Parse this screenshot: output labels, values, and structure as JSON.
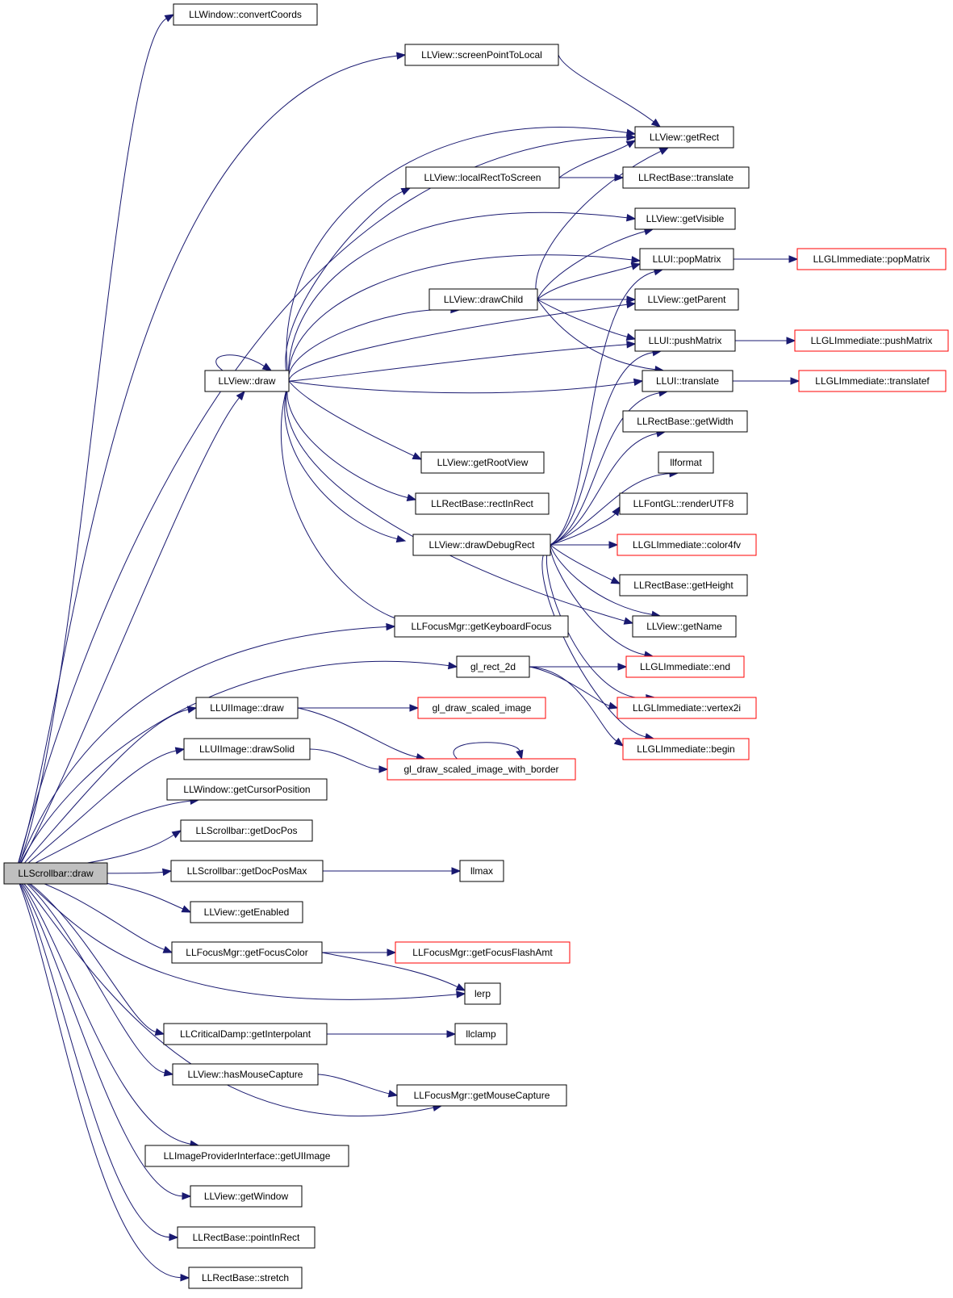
{
  "nodes": {
    "root": "LLScrollbar::draw",
    "convertCoords": "LLWindow::convertCoords",
    "screenPointToLocal": "LLView::screenPointToLocal",
    "getRect": "LLView::getRect",
    "localRectToScreen": "LLView::localRectToScreen",
    "rectTranslate": "LLRectBase::translate",
    "getVisible": "LLView::getVisible",
    "popMatrix": "LLUI::popMatrix",
    "glPopMatrix": "LLGLImmediate::popMatrix",
    "drawChild": "LLView::drawChild",
    "getParent": "LLView::getParent",
    "pushMatrix": "LLUI::pushMatrix",
    "glPushMatrix": "LLGLImmediate::pushMatrix",
    "viewDraw": "LLView::draw",
    "uiTranslate": "LLUI::translate",
    "glTranslatef": "LLGLImmediate::translatef",
    "getWidth": "LLRectBase::getWidth",
    "llformat": "llformat",
    "getRootView": "LLView::getRootView",
    "renderUTF8": "LLFontGL::renderUTF8",
    "rectInRect": "LLRectBase::rectInRect",
    "drawDebugRect": "LLView::drawDebugRect",
    "color4fv": "LLGLImmediate::color4fv",
    "getHeight": "LLRectBase::getHeight",
    "getKeyboardFocus": "LLFocusMgr::getKeyboardFocus",
    "getName": "LLView::getName",
    "glRect2d": "gl_rect_2d",
    "glEnd": "LLGLImmediate::end",
    "uiImageDraw": "LLUIImage::draw",
    "glDrawScaled": "gl_draw_scaled_image",
    "vertex2i": "LLGLImmediate::vertex2i",
    "glBegin": "LLGLImmediate::begin",
    "drawSolid": "LLUIImage::drawSolid",
    "glDrawScaledBorder": "gl_draw_scaled_image_with_border",
    "getCursorPosition": "LLWindow::getCursorPosition",
    "getDocPos": "LLScrollbar::getDocPos",
    "getDocPosMax": "LLScrollbar::getDocPosMax",
    "llmax": "llmax",
    "getEnabled": "LLView::getEnabled",
    "getFocusColor": "LLFocusMgr::getFocusColor",
    "getFocusFlashAmt": "LLFocusMgr::getFocusFlashAmt",
    "lerp": "lerp",
    "getInterpolant": "LLCriticalDamp::getInterpolant",
    "llclamp": "llclamp",
    "hasMouseCapture": "LLView::hasMouseCapture",
    "getMouseCapture": "LLFocusMgr::getMouseCapture",
    "getUIImage": "LLImageProviderInterface::getUIImage",
    "getWindow": "LLView::getWindow",
    "pointInRect": "LLRectBase::pointInRect",
    "stretch": "LLRectBase::stretch"
  },
  "colors": {
    "edge": "#191970",
    "node_border": "#000000",
    "node_border_external": "#ff0000",
    "root_fill": "#bfbfbf"
  }
}
